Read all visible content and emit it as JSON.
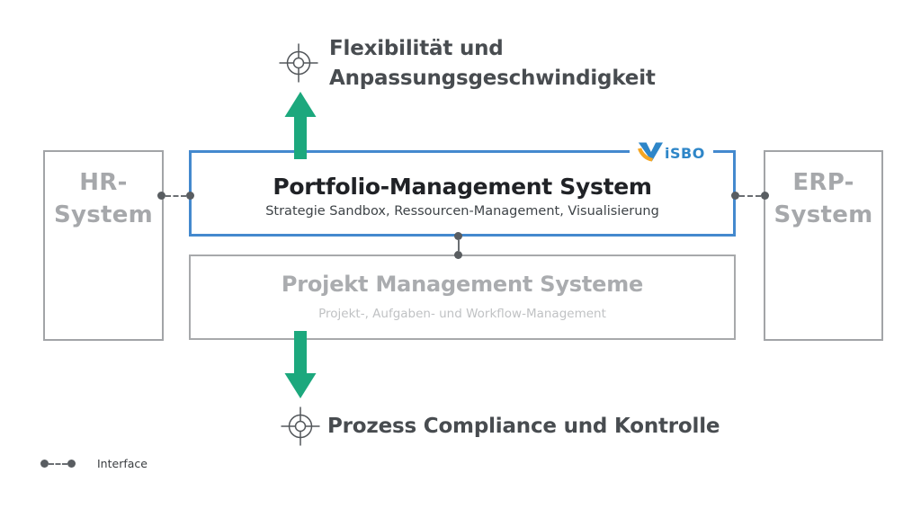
{
  "diagram": {
    "top_goal": {
      "line1": "Flexibilität und",
      "line2": "Anpassungsgeschwindigkeit"
    },
    "bottom_goal": "Prozess Compliance und Kontrolle",
    "hr_system": {
      "line1": "HR-",
      "line2": "System"
    },
    "erp_system": {
      "line1": "ERP-",
      "line2": "System"
    },
    "portfolio_system": {
      "title": "Portfolio-Management System",
      "subtitle": "Strategie Sandbox, Ressourcen-Management, Visualisierung",
      "logo_text": "iSBO"
    },
    "project_systems": {
      "title": "Projekt Management Systeme",
      "subtitle": "Projekt-, Aufgaben- und Workflow-Management"
    },
    "legend": {
      "interface_label": "Interface"
    }
  },
  "colors": {
    "accent_blue": "#4489CE",
    "accent_green": "#1CA87D",
    "logo_blue": "#2E86C8",
    "logo_orange": "#F5A623",
    "dark_text": "#484C50",
    "near_black_text": "#202226",
    "gray_text": "#A6A8AB",
    "light_gray_text": "#C0C2C4",
    "border_gray": "#A7A9AB",
    "connector_dot": "#595D61"
  }
}
